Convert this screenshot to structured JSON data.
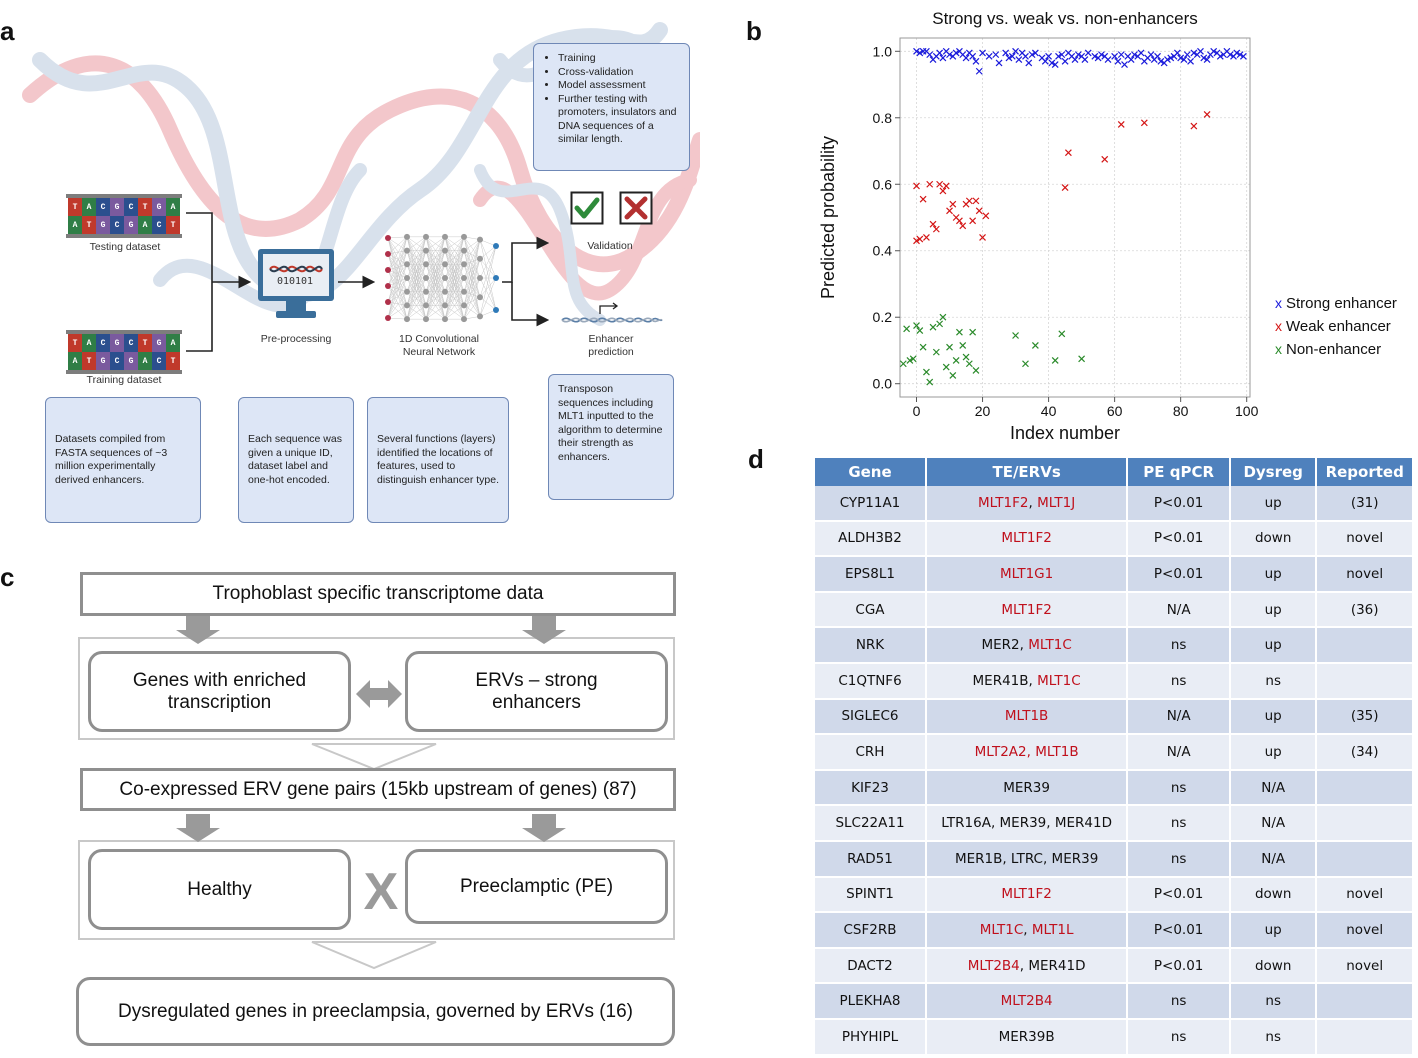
{
  "panel_letters": {
    "a": "a",
    "b": "b",
    "c": "c",
    "d": "d"
  },
  "panel_a": {
    "testing_label": "Testing dataset",
    "training_label": "Training dataset",
    "dna_top": [
      "T",
      "A",
      "C",
      "G",
      "C",
      "T",
      "G",
      "A"
    ],
    "dna_bottom": [
      "A",
      "T",
      "G",
      "C",
      "G",
      "A",
      "C",
      "T"
    ],
    "monitor_code": "010101",
    "preprocessing_label": "Pre-processing",
    "cnn_label": "1D Convolutional Neural Network",
    "validation_label": "Validation",
    "enhancer_label": "Enhancer prediction",
    "steps_box": [
      "Training",
      "Cross-validation",
      "Model assessment",
      "Further testing with promoters, insulators and DNA sequences of a similar length."
    ],
    "box1": "Datasets compiled from FASTA sequences of ~3 million experimentally derived enhancers.",
    "box2": "Each sequence was given a unique ID, dataset label and one-hot encoded.",
    "box3": "Several functions (layers) identified the locations of features, used to distinguish enhancer type.",
    "box4": "Transposon sequences including MLT1 inputted to the algorithm to determine their strength as enhancers."
  },
  "chart_data": {
    "type": "scatter",
    "title": "Strong vs. weak vs. non-enhancers",
    "xlabel": "Index number",
    "ylabel": "Predicted probability",
    "xlim": [
      -5,
      101
    ],
    "ylim": [
      -0.04,
      1.04
    ],
    "xticks": [
      0,
      20,
      40,
      60,
      80,
      100
    ],
    "yticks": [
      0.0,
      0.2,
      0.4,
      0.6,
      0.8,
      1.0
    ],
    "grid": true,
    "legend_position": "right",
    "series": [
      {
        "name": "Strong enhancer",
        "color": "#1a1adb",
        "marker": "x",
        "points": [
          [
            0,
            1.0
          ],
          [
            1,
            0.995
          ],
          [
            2,
            1.0
          ],
          [
            3,
            1.0
          ],
          [
            4,
            0.99
          ],
          [
            5,
            0.975
          ],
          [
            6,
            0.985
          ],
          [
            7,
            0.995
          ],
          [
            8,
            0.98
          ],
          [
            9,
            1.0
          ],
          [
            10,
            0.99
          ],
          [
            11,
            0.985
          ],
          [
            12,
            0.995
          ],
          [
            13,
            1.0
          ],
          [
            14,
            0.99
          ],
          [
            15,
            0.98
          ],
          [
            16,
            0.995
          ],
          [
            17,
            0.985
          ],
          [
            18,
            0.97
          ],
          [
            19,
            0.94
          ],
          [
            20,
            0.995
          ],
          [
            22,
            0.985
          ],
          [
            24,
            0.99
          ],
          [
            25,
            0.965
          ],
          [
            27,
            0.995
          ],
          [
            28,
            0.98
          ],
          [
            29,
            0.985
          ],
          [
            30,
            1.0
          ],
          [
            31,
            0.975
          ],
          [
            32,
            0.995
          ],
          [
            33,
            0.985
          ],
          [
            34,
            0.965
          ],
          [
            35,
            0.99
          ],
          [
            36,
            0.995
          ],
          [
            38,
            0.98
          ],
          [
            39,
            0.97
          ],
          [
            40,
            0.985
          ],
          [
            41,
            0.965
          ],
          [
            42,
            0.96
          ],
          [
            43,
            0.985
          ],
          [
            44,
            0.99
          ],
          [
            45,
            0.97
          ],
          [
            46,
            0.995
          ],
          [
            47,
            0.985
          ],
          [
            48,
            0.975
          ],
          [
            49,
            0.99
          ],
          [
            50,
            0.985
          ],
          [
            51,
            0.975
          ],
          [
            52,
            0.995
          ],
          [
            54,
            0.985
          ],
          [
            55,
            0.98
          ],
          [
            56,
            0.99
          ],
          [
            57,
            0.985
          ],
          [
            58,
            0.975
          ],
          [
            60,
            0.985
          ],
          [
            61,
            0.97
          ],
          [
            62,
            0.99
          ],
          [
            63,
            0.96
          ],
          [
            64,
            0.985
          ],
          [
            65,
            0.975
          ],
          [
            66,
            0.99
          ],
          [
            67,
            0.985
          ],
          [
            68,
            0.995
          ],
          [
            69,
            0.97
          ],
          [
            70,
            0.98
          ],
          [
            71,
            0.99
          ],
          [
            72,
            0.975
          ],
          [
            73,
            0.985
          ],
          [
            74,
            0.97
          ],
          [
            75,
            0.965
          ],
          [
            76,
            0.975
          ],
          [
            77,
            0.98
          ],
          [
            78,
            0.985
          ],
          [
            79,
            0.995
          ],
          [
            80,
            0.98
          ],
          [
            81,
            0.975
          ],
          [
            82,
            0.99
          ],
          [
            83,
            0.97
          ],
          [
            84,
            0.995
          ],
          [
            85,
            0.99
          ],
          [
            86,
            1.0
          ],
          [
            87,
            0.98
          ],
          [
            88,
            0.975
          ],
          [
            89,
            0.99
          ],
          [
            90,
            1.0
          ],
          [
            91,
            0.995
          ],
          [
            92,
            0.985
          ],
          [
            93,
            0.99
          ],
          [
            94,
            1.0
          ],
          [
            95,
            0.99
          ],
          [
            96,
            0.985
          ],
          [
            97,
            0.995
          ],
          [
            98,
            0.99
          ],
          [
            99,
            0.985
          ]
        ]
      },
      {
        "name": "Weak enhancer",
        "color": "#d41616",
        "marker": "x",
        "points": [
          [
            0,
            0.595
          ],
          [
            0,
            0.43
          ],
          [
            1,
            0.435
          ],
          [
            2,
            0.555
          ],
          [
            3,
            0.44
          ],
          [
            4,
            0.6
          ],
          [
            5,
            0.48
          ],
          [
            6,
            0.465
          ],
          [
            7,
            0.6
          ],
          [
            8,
            0.58
          ],
          [
            9,
            0.595
          ],
          [
            10,
            0.52
          ],
          [
            11,
            0.54
          ],
          [
            12,
            0.5
          ],
          [
            13,
            0.49
          ],
          [
            14,
            0.475
          ],
          [
            15,
            0.54
          ],
          [
            16,
            0.55
          ],
          [
            17,
            0.49
          ],
          [
            18,
            0.55
          ],
          [
            19,
            0.52
          ],
          [
            20,
            0.44
          ],
          [
            21,
            0.505
          ],
          [
            45,
            0.59
          ],
          [
            46,
            0.695
          ],
          [
            57,
            0.675
          ],
          [
            62,
            0.78
          ],
          [
            69,
            0.785
          ],
          [
            84,
            0.775
          ],
          [
            88,
            0.81
          ]
        ]
      },
      {
        "name": "Non-enhancer",
        "color": "#2a8a2a",
        "marker": "x",
        "points": [
          [
            -4,
            0.06
          ],
          [
            -3,
            0.165
          ],
          [
            -2,
            0.07
          ],
          [
            -1,
            0.075
          ],
          [
            0,
            0.175
          ],
          [
            1,
            0.16
          ],
          [
            2,
            0.11
          ],
          [
            3,
            0.035
          ],
          [
            4,
            0.005
          ],
          [
            5,
            0.17
          ],
          [
            6,
            0.095
          ],
          [
            7,
            0.18
          ],
          [
            8,
            0.2
          ],
          [
            9,
            0.05
          ],
          [
            10,
            0.11
          ],
          [
            11,
            0.025
          ],
          [
            12,
            0.07
          ],
          [
            13,
            0.155
          ],
          [
            14,
            0.115
          ],
          [
            15,
            0.08
          ],
          [
            16,
            0.06
          ],
          [
            17,
            0.155
          ],
          [
            18,
            0.04
          ],
          [
            30,
            0.145
          ],
          [
            33,
            0.06
          ],
          [
            36,
            0.115
          ],
          [
            42,
            0.07
          ],
          [
            44,
            0.15
          ],
          [
            50,
            0.075
          ]
        ]
      }
    ]
  },
  "panel_c": {
    "top": "Trophoblast specific transcriptome data",
    "genes": "Genes with enriched transcription",
    "ervs": "ERVs – strong enhancers",
    "coexpressed": "Co-expressed ERV gene pairs (15kb  upstream of genes) (87)",
    "healthy": "Healthy",
    "x_mark": "X",
    "preeclamptic": "Preeclamptic (PE)",
    "bottom": "Dysregulated genes in preeclampsia, governed by ERVs (16)"
  },
  "panel_d": {
    "headers": [
      "Gene",
      "TE/ERVs",
      "PE qPCR",
      "Dysreg",
      "Reported"
    ],
    "rows": [
      {
        "gene": "CYP11A1",
        "te": [
          {
            "t": "MLT1F2",
            "red": true
          },
          {
            "t": ", ",
            "red": false
          },
          {
            "t": "MLT1J",
            "red": true
          }
        ],
        "qpcr": "P<0.01",
        "dysreg": "up",
        "reported": "(31)"
      },
      {
        "gene": "ALDH3B2",
        "te": [
          {
            "t": "MLT1F2",
            "red": true
          }
        ],
        "qpcr": "P<0.01",
        "dysreg": "down",
        "reported": "novel"
      },
      {
        "gene": "EPS8L1",
        "te": [
          {
            "t": "MLT1G1",
            "red": true
          }
        ],
        "qpcr": "P<0.01",
        "dysreg": "up",
        "reported": "novel"
      },
      {
        "gene": "CGA",
        "te": [
          {
            "t": "MLT1F2",
            "red": true
          }
        ],
        "qpcr": "N/A",
        "dysreg": "up",
        "reported": "(36)"
      },
      {
        "gene": "NRK",
        "te": [
          {
            "t": "MER2, ",
            "red": false
          },
          {
            "t": "MLT1C",
            "red": true
          }
        ],
        "qpcr": "ns",
        "dysreg": "up",
        "reported": ""
      },
      {
        "gene": "C1QTNF6",
        "te": [
          {
            "t": "MER41B, ",
            "red": false
          },
          {
            "t": "MLT1C",
            "red": true
          }
        ],
        "qpcr": "ns",
        "dysreg": "ns",
        "reported": ""
      },
      {
        "gene": "SIGLEC6",
        "te": [
          {
            "t": "MLT1B",
            "red": true
          }
        ],
        "qpcr": "N/A",
        "dysreg": "up",
        "reported": "(35)"
      },
      {
        "gene": "CRH",
        "te": [
          {
            "t": "MLT2A2, MLT1B",
            "red": true
          }
        ],
        "qpcr": "N/A",
        "dysreg": "up",
        "reported": "(34)"
      },
      {
        "gene": "KIF23",
        "te": [
          {
            "t": "MER39",
            "red": false
          }
        ],
        "qpcr": "ns",
        "dysreg": "N/A",
        "reported": ""
      },
      {
        "gene": "SLC22A11",
        "te": [
          {
            "t": "LTR16A, MER39, MER41D",
            "red": false
          }
        ],
        "qpcr": "ns",
        "dysreg": "N/A",
        "reported": ""
      },
      {
        "gene": "RAD51",
        "te": [
          {
            "t": "MER1B, LTRC, MER39",
            "red": false
          }
        ],
        "qpcr": "ns",
        "dysreg": "N/A",
        "reported": ""
      },
      {
        "gene": "SPINT1",
        "te": [
          {
            "t": "MLT1F2",
            "red": true
          }
        ],
        "qpcr": "P<0.01",
        "dysreg": "down",
        "reported": "novel"
      },
      {
        "gene": "CSF2RB",
        "te": [
          {
            "t": "MLT1C",
            "red": true
          },
          {
            "t": ", ",
            "red": false
          },
          {
            "t": "MLT1L",
            "red": true
          }
        ],
        "qpcr": "P<0.01",
        "dysreg": "up",
        "reported": "novel"
      },
      {
        "gene": "DACT2",
        "te": [
          {
            "t": "MLT2B4",
            "red": true
          },
          {
            "t": ", MER41D",
            "red": false
          }
        ],
        "qpcr": "P<0.01",
        "dysreg": "down",
        "reported": "novel"
      },
      {
        "gene": "PLEKHA8",
        "te": [
          {
            "t": "MLT2B4",
            "red": true
          }
        ],
        "qpcr": "ns",
        "dysreg": "ns",
        "reported": ""
      },
      {
        "gene": "PHYHIPL",
        "te": [
          {
            "t": "MER39B",
            "red": false
          }
        ],
        "qpcr": "ns",
        "dysreg": "ns",
        "reported": ""
      }
    ]
  }
}
